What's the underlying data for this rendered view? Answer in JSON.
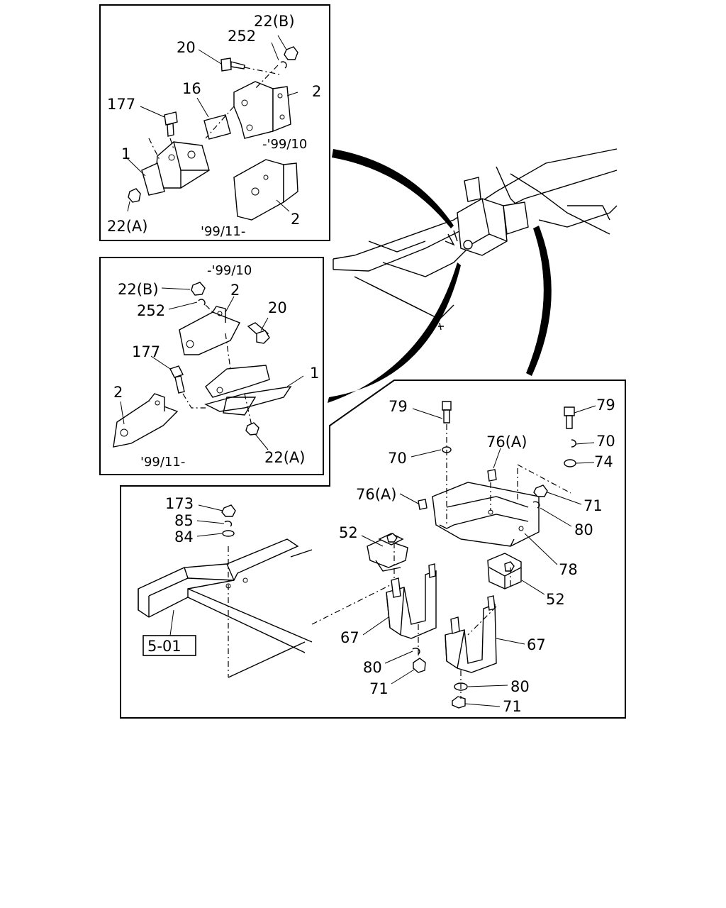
{
  "panel_top_left": {
    "labels": {
      "p22b": "22(B)",
      "p252": "252",
      "p20": "20",
      "p177": "177",
      "p16": "16",
      "p2a": "2",
      "p1": "1",
      "p22a": "22(A)",
      "p2b": "2",
      "date_early": "-'99/10",
      "date_late": "'99/11-"
    }
  },
  "panel_mid_left": {
    "labels": {
      "date_early": "-'99/10",
      "p22b": "22(B)",
      "p252": "252",
      "p2a": "2",
      "p20": "20",
      "p177": "177",
      "p1": "1",
      "p2b": "2",
      "p22a": "22(A)",
      "date_late": "'99/11-"
    }
  },
  "panel_right": {
    "labels": {
      "p79a": "79",
      "p79b": "79",
      "p70a": "70",
      "p70b": "70",
      "p76a": "76(A)",
      "p74": "74",
      "p76b": "76(A)",
      "p71a": "71",
      "p80a": "80",
      "p78": "78"
    }
  },
  "panel_bottom": {
    "labels": {
      "p173": "173",
      "p85": "85",
      "p84": "84",
      "p52a": "52",
      "p52b": "52",
      "p67a": "67",
      "p67b": "67",
      "ref": "5-01",
      "p80a": "80",
      "p71a": "71",
      "p80b": "80",
      "p71b": "71"
    }
  }
}
